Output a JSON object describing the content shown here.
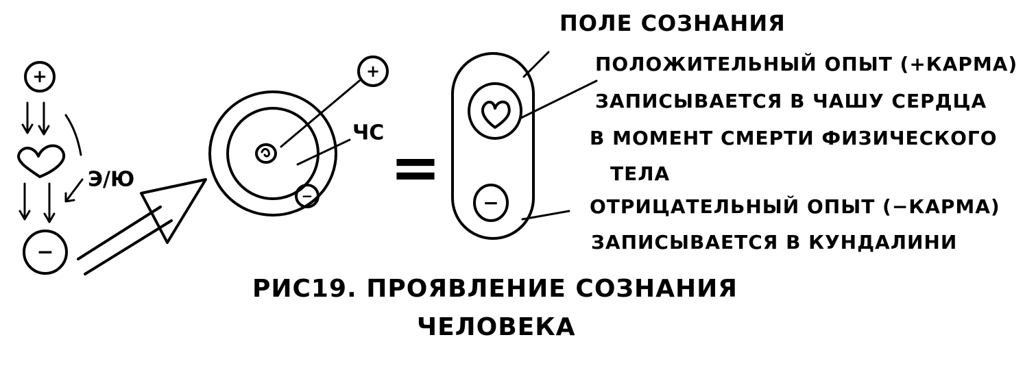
{
  "left_column": {
    "plus_symbol": "+",
    "minus_symbol": "−",
    "ratio_label": "Э/Ю"
  },
  "atom": {
    "plus_symbol": "+",
    "minus_symbol": "−",
    "label": "ЧС"
  },
  "equals_symbol": "=",
  "capsule": {
    "field_label": "ПОЛЕ СОЗНАНИЯ",
    "minus_symbol": "−"
  },
  "positive_note": {
    "line1": "ПОЛОЖИТЕЛЬНЫЙ ОПЫТ (+КАРМА)",
    "line2": "ЗАПИСЫВАЕТСЯ В ЧАШУ СЕРДЦА",
    "line3": "В МОМЕНТ СМЕРТИ ФИЗИЧЕСКОГО",
    "line4": "ТЕЛА"
  },
  "negative_note": {
    "line1": "ОТРИЦАТЕЛЬНЫЙ ОПЫТ (−КАРМА)",
    "line2": "ЗАПИСЫВАЕТСЯ В КУНДАЛИНИ"
  },
  "caption": {
    "line1": "РИС19. ПРОЯВЛЕНИЕ СОЗНАНИЯ",
    "line2": "ЧЕЛОВЕКА"
  }
}
